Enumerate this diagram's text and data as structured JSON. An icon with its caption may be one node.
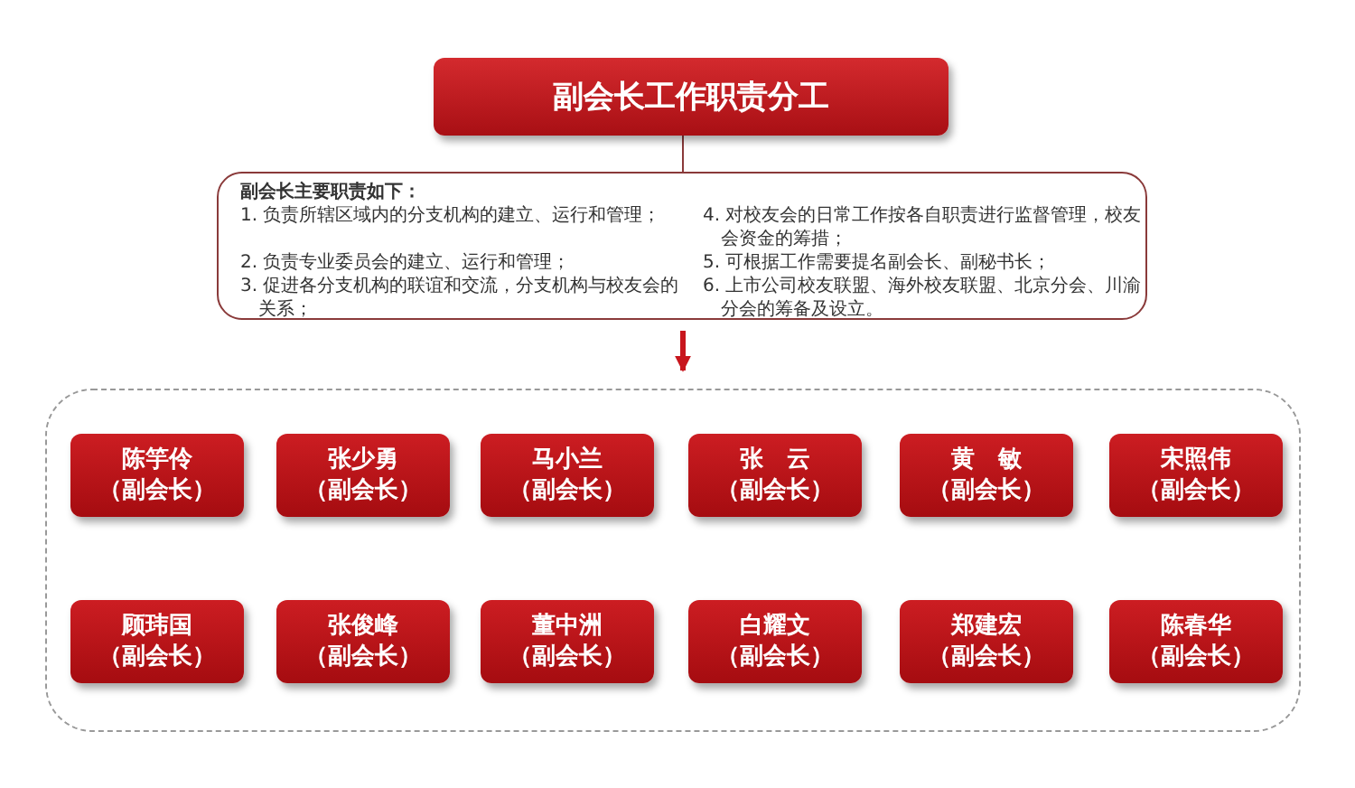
{
  "diagram": {
    "nodes": [
      {
        "text": [
          "副会长工作职责分工"
        ]
      },
      {
        "text": [
          "副会长主要职责如下：",
          "1. 负责所辖区域内的分支机构的建立、运行和管理；",
          "2. 负责专业委员会的建立、运行和管理；",
          "3. 促进各分支机构的联谊和交流，分支机构与校友会的关系；",
          "4. 对校友会的日常工作按各自职责进行监督管理，校友会资金的筹措；",
          "5. 可根据工作需要提名副会长、副秘书长；",
          "6. 上市公司校友联盟、海外校友联盟、北京分会、川渝分会的筹备及设立。"
        ]
      },
      {
        "text": [],
        "shape": "box"
      },
      {
        "text": [
          "陈竽伶",
          "（副会长）"
        ],
        "in": 2
      },
      {
        "text": [
          "张少勇",
          "（副会长）"
        ],
        "in": 2
      },
      {
        "text": [
          "马小兰",
          "（副会长）"
        ],
        "in": 2
      },
      {
        "text": [
          "张　云",
          "（副会长）"
        ],
        "in": 2
      },
      {
        "text": [
          "黄　敏",
          "（副会长）"
        ],
        "in": 2
      },
      {
        "text": [
          "宋照伟",
          "（副会长）"
        ],
        "in": 2
      },
      {
        "text": [
          "顾玮国",
          "（副会长）"
        ],
        "in": 2
      },
      {
        "text": [
          "张俊峰",
          "（副会长）"
        ],
        "in": 2
      },
      {
        "text": [
          "董中洲",
          "（副会长）"
        ],
        "in": 2
      },
      {
        "text": [
          "白耀文",
          "（副会长）"
        ],
        "in": 2
      },
      {
        "text": [
          "郑建宏",
          "（副会长）"
        ],
        "in": 2
      },
      {
        "text": [
          "陈春华",
          "（副会长）"
        ],
        "in": 2
      }
    ],
    "edges": [
      {
        "from": 0,
        "to": 1,
        "arrow": "none"
      },
      {
        "from": 1,
        "to": 2,
        "arrow": "to",
        "style": "thick",
        "color": "#c8161d"
      }
    ]
  }
}
